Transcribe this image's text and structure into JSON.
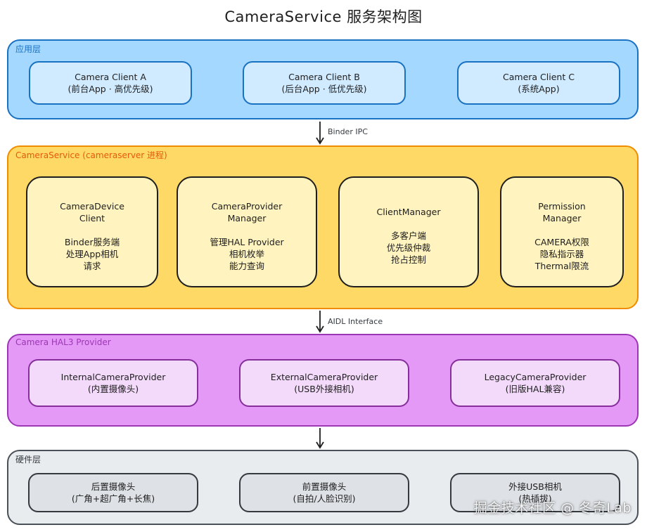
{
  "title": "CameraService 服务架构图",
  "layers": {
    "app": {
      "label": "应用层",
      "boxes": [
        {
          "l1": "Camera Client A",
          "l2": "(前台App · 高优先级)"
        },
        {
          "l1": "Camera Client B",
          "l2": "(后台App · 低优先级)"
        },
        {
          "l1": "Camera Client C",
          "l2": "(系统App)"
        }
      ]
    },
    "service": {
      "label": "CameraService  (cameraserver 进程)",
      "boxes": [
        {
          "title": [
            "CameraDevice",
            "Client"
          ],
          "desc": [
            "Binder服务端",
            "处理App相机",
            "请求"
          ]
        },
        {
          "title": [
            "CameraProvider",
            "Manager"
          ],
          "desc": [
            "管理HAL Provider",
            "相机枚举",
            "能力查询"
          ]
        },
        {
          "title": [
            "ClientManager"
          ],
          "desc": [
            "多客户端",
            "优先级仲裁",
            "抢占控制"
          ]
        },
        {
          "title": [
            "Permission",
            "Manager"
          ],
          "desc": [
            "CAMERA权限",
            "隐私指示器",
            "Thermal限流"
          ]
        }
      ]
    },
    "hal": {
      "label": "Camera HAL3 Provider",
      "boxes": [
        {
          "l1": "InternalCameraProvider",
          "l2": "(内置摄像头)"
        },
        {
          "l1": "ExternalCameraProvider",
          "l2": "(USB外接相机)"
        },
        {
          "l1": "LegacyCameraProvider",
          "l2": "(旧版HAL兼容)"
        }
      ]
    },
    "hw": {
      "label": "硬件层",
      "boxes": [
        {
          "l1": "后置摄像头",
          "l2": "(广角+超广角+长焦)"
        },
        {
          "l1": "前置摄像头",
          "l2": "(自拍/人脸识别)"
        },
        {
          "l1": "外接USB相机",
          "l2": "(热插拔)"
        }
      ]
    }
  },
  "arrows": {
    "app_to_service": "Binder IPC",
    "service_to_hal": "AIDL Interface"
  },
  "watermark": "掘金技术社区 @ 冬奇Lab",
  "colors": {
    "app_fill": "#a5d8ff",
    "app_stroke": "#1971c2",
    "service_fill": "#ffd966",
    "service_stroke": "#f08c00",
    "hal_fill": "#e599f7",
    "hal_stroke": "#9c36b5",
    "hw_fill": "#e9ecef",
    "hw_stroke": "#495057"
  }
}
